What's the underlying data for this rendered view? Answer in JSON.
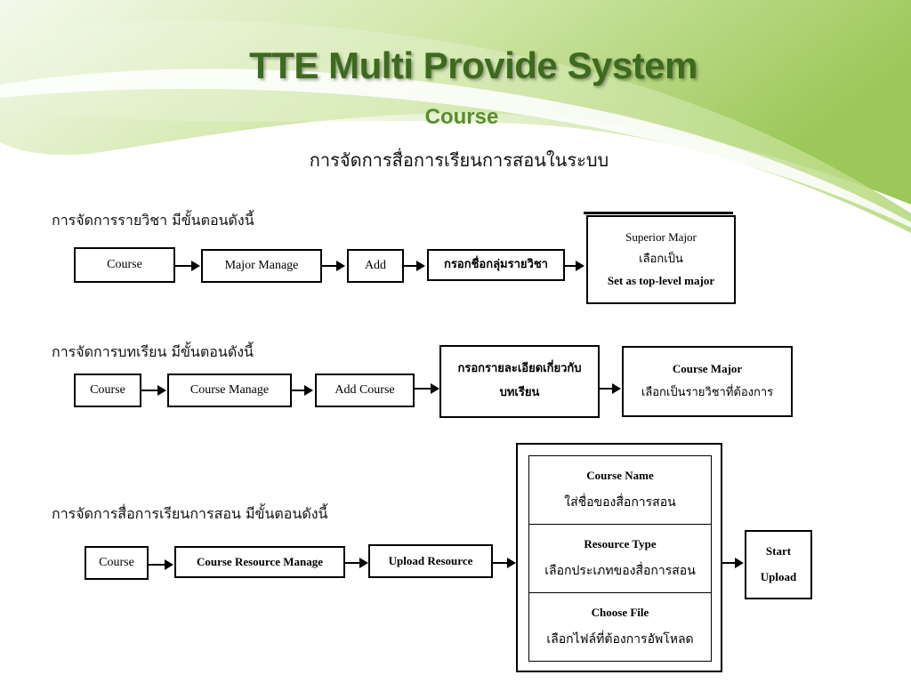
{
  "slide": {
    "title": "TTE Multi Provide System",
    "subtitle": "Course",
    "thai_subtitle": "การจัดการสื่อการเรียนการสอนในระบบ"
  },
  "flow1": {
    "label": "การจัดการรายวิชา  มีขั้นตอนดังนี้",
    "steps": [
      "Course",
      "Major Manage",
      "Add",
      "กรอกชื่อกลุ่มรายวิชา"
    ],
    "final": {
      "line1": "Superior Major",
      "line2": "เลือกเป็น",
      "line3": "Set as top-level major"
    }
  },
  "flow2": {
    "label": "การจัดการบทเรียน มีขั้นตอนดังนี้",
    "steps": [
      "Course",
      "Course Manage",
      "Add Course"
    ],
    "detail": {
      "line1": "กรอกรายละเอียดเกี่ยวกับ",
      "line2": "บทเรียน"
    },
    "final": {
      "line1": "Course Major",
      "line2": "เลือกเป็นรายวิชาที่ต้องการ"
    }
  },
  "flow3": {
    "label": "การจัดการสื่อการเรียนการสอน มีขั้นตอนดังนี้",
    "steps": [
      "Course",
      "Course Resource Manage",
      "Upload Resource"
    ],
    "fields": [
      {
        "title": "Course Name",
        "desc": "ใส่ชื่อของสื่อการสอน"
      },
      {
        "title": "Resource Type",
        "desc": "เลือกประเภทของสื่อการสอน"
      },
      {
        "title": "Choose File",
        "desc": "เลือกไฟล์ที่ต้องการอัพโหลด"
      }
    ],
    "final": {
      "line1": "Start",
      "line2": "Upload"
    }
  },
  "colors": {
    "title": "#3d6a1e",
    "subtitle": "#5a8c2c",
    "swoosh": "#9cc85a"
  }
}
